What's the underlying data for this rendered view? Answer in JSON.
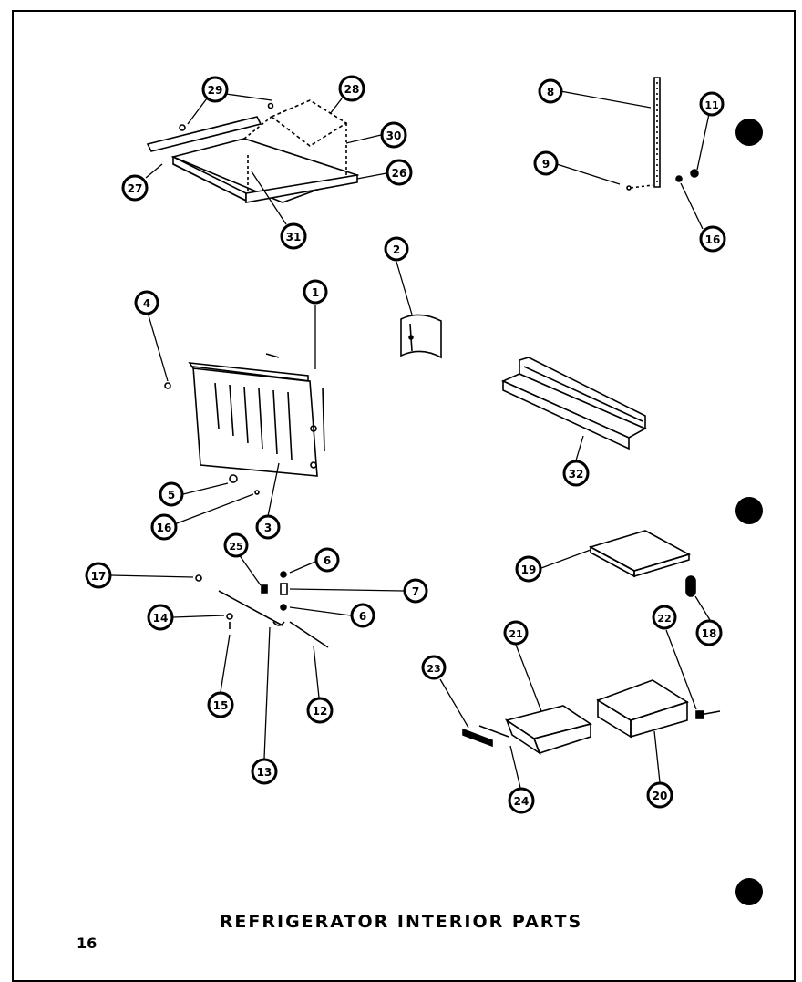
{
  "title": "REFRIGERATOR INTERIOR PARTS",
  "page_number": "16",
  "callouts": {
    "c1": "1",
    "c2": "2",
    "c3": "3",
    "c4": "4",
    "c5": "5",
    "c6a": "6",
    "c6b": "6",
    "c7": "7",
    "c8": "8",
    "c9": "9",
    "c11": "11",
    "c12": "12",
    "c13": "13",
    "c14": "14",
    "c15": "15",
    "c16a": "16",
    "c16b": "16",
    "c17": "17",
    "c18": "18",
    "c19": "19",
    "c20": "20",
    "c21": "21",
    "c22": "22",
    "c23": "23",
    "c24": "24",
    "c25": "25",
    "c26": "26",
    "c27": "27",
    "c28": "28",
    "c29": "29",
    "c30": "30",
    "c31": "31",
    "c32": "32"
  }
}
